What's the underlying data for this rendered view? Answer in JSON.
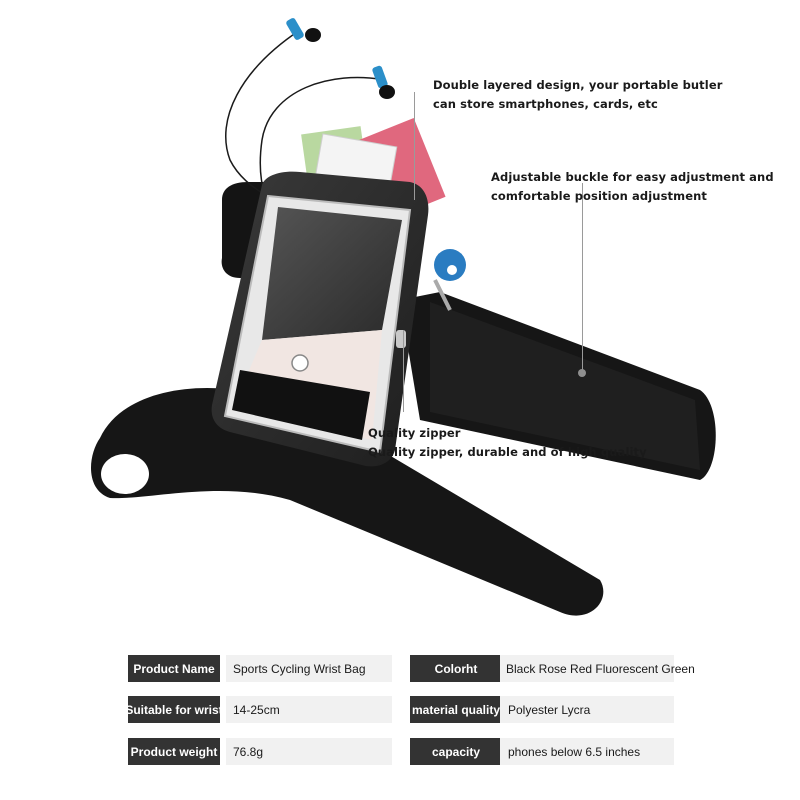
{
  "callouts": {
    "layers": {
      "line1": "Double layered design, your portable butler",
      "line2": "can store smartphones, cards, etc"
    },
    "buckle": {
      "line1": "Adjustable buckle for easy adjustment and",
      "line2": "comfortable position adjustment"
    },
    "zipper": {
      "line1": "Quality zipper",
      "line2": "Quality zipper, durable and of high quality"
    }
  },
  "specs": [
    {
      "label": "Product Name",
      "value": "Sports Cycling Wrist Bag"
    },
    {
      "label": "Colorht",
      "value": "Black Rose Red Fluorescent Green"
    },
    {
      "label": "Suitable for wrist",
      "value": "14-25cm"
    },
    {
      "label": "material quality",
      "value": "Polyester Lycra"
    },
    {
      "label": "Product weight",
      "value": "76.8g"
    },
    {
      "label": "capacity",
      "value": "phones below 6.5 inches"
    }
  ],
  "colors": {
    "label_bg": "#333333",
    "value_bg": "#f1f1f1",
    "strap": "#161616",
    "earphone_blue": "#2b8fc9",
    "card_pink": "#e0687e",
    "card_green": "#b9d8a0"
  }
}
